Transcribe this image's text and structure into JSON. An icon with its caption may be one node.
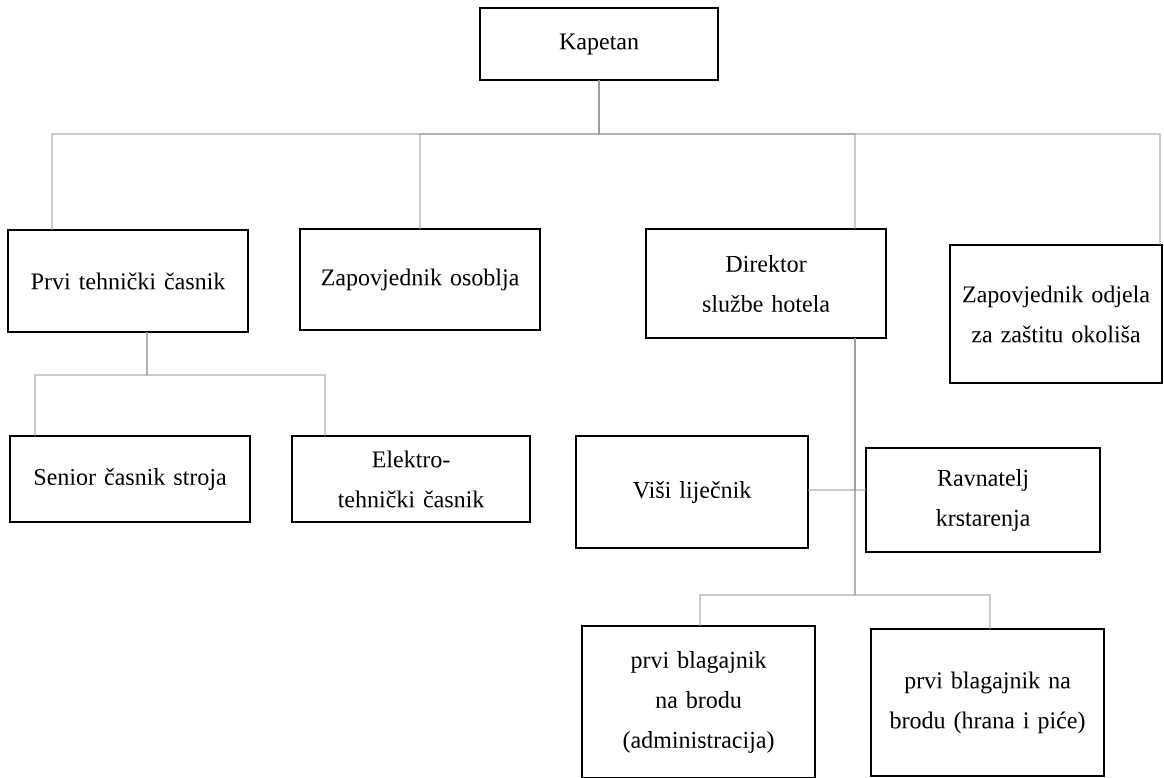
{
  "diagram": {
    "nodes": [
      {
        "text": [
          "Kapetan"
        ]
      },
      {
        "text": [
          "Prvi tehnički časnik"
        ]
      },
      {
        "text": [
          "Zapovjednik osoblja"
        ]
      },
      {
        "text": [
          "Direktor službe hotela"
        ]
      },
      {
        "text": [
          "Zapovjednik odjela za zaštitu okoliša"
        ]
      },
      {
        "text": [
          "Senior časnik stroja"
        ]
      },
      {
        "text": [
          "Elektro-tehnički časnik"
        ]
      },
      {
        "text": [
          "Viši liječnik"
        ]
      },
      {
        "text": [
          "Ravnatelj krstarenja"
        ]
      },
      {
        "text": [
          "prvi blagajnik na brodu (administracija)"
        ]
      },
      {
        "text": [
          "prvi blagajnik na brodu (hrana i piće)"
        ]
      }
    ],
    "edges": [
      {
        "from": 0,
        "to": 1,
        "arrow": "none"
      },
      {
        "from": 0,
        "to": 2,
        "arrow": "none"
      },
      {
        "from": 0,
        "to": 3,
        "arrow": "none"
      },
      {
        "from": 0,
        "to": 4,
        "arrow": "none"
      },
      {
        "from": 1,
        "to": 5,
        "arrow": "none"
      },
      {
        "from": 1,
        "to": 6,
        "arrow": "none"
      },
      {
        "from": 3,
        "to": 7,
        "arrow": "none"
      },
      {
        "from": 3,
        "to": 8,
        "arrow": "none"
      },
      {
        "from": 3,
        "to": 9,
        "arrow": "none"
      },
      {
        "from": 3,
        "to": 10,
        "arrow": "none"
      }
    ]
  }
}
